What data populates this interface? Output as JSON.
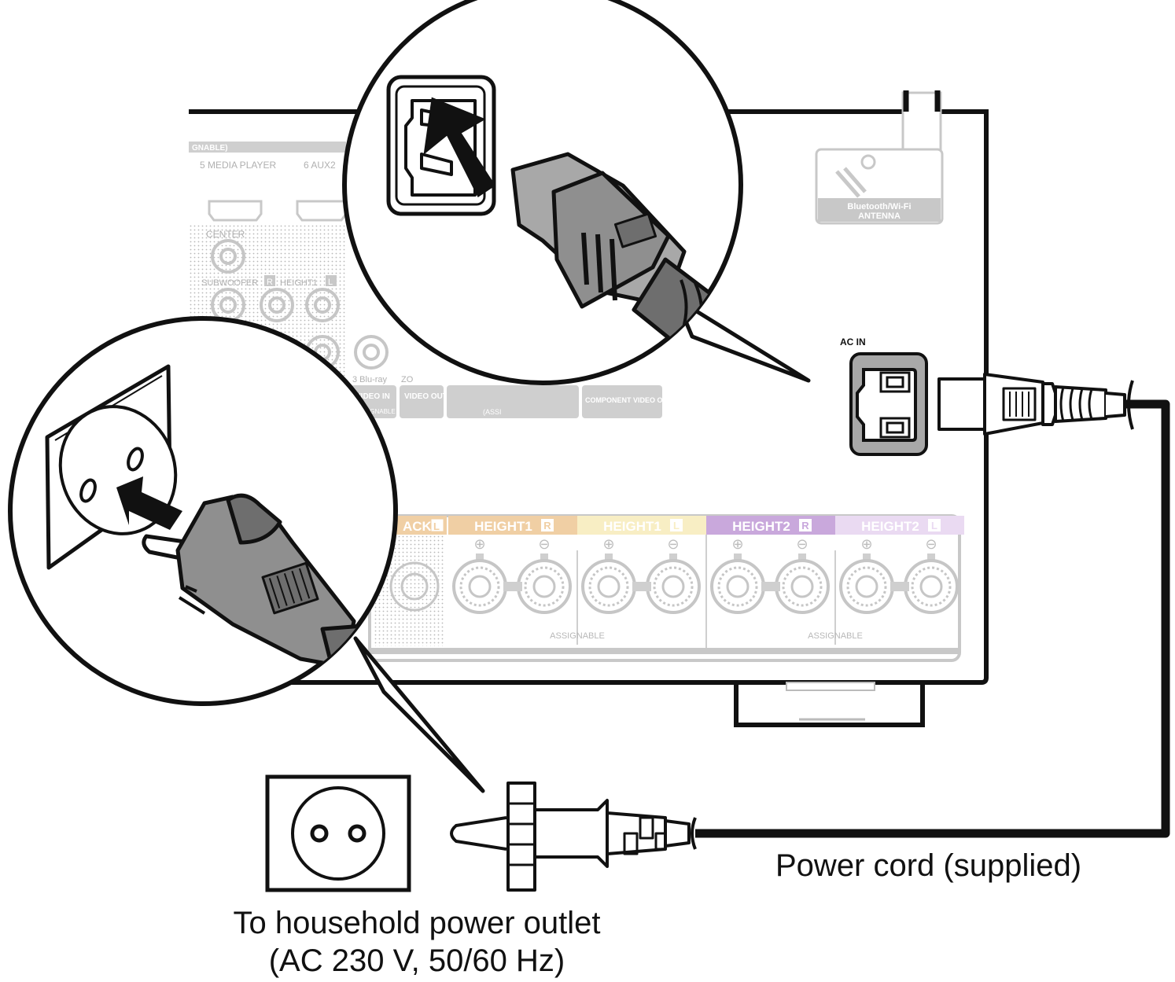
{
  "panel": {
    "header_fragment": "GNABLE)",
    "hdmi_labels": [
      "5 MEDIA PLAYER",
      "6 AUX2"
    ],
    "preout_labels": [
      "CENTER",
      "SUBWOOFER",
      "HEIGHT1"
    ],
    "preout_letters": [
      "R",
      "L"
    ],
    "video_in_source": "3 Blu-ray",
    "zone_fragment": "ZO",
    "video_in": "VIDEO IN",
    "assignable_small": "ASSIGNABLE",
    "video_out": "VIDEO OUT",
    "assign_fragment": "(ASSI",
    "component_out": "COMPONENT VIDEO OUT",
    "antenna_label": [
      "Bluetooth/Wi-Fi",
      "ANTENNA"
    ],
    "ac_in": "AC IN"
  },
  "speaker_terminals": {
    "back_fragment": "ACK",
    "back_letter": "L",
    "groups": [
      {
        "name": "HEIGHT1",
        "side": "R",
        "color": "#f0cfa4"
      },
      {
        "name": "HEIGHT1",
        "side": "L",
        "color": "#f8eec4"
      },
      {
        "name": "HEIGHT2",
        "side": "R",
        "color": "#c9a8dc"
      },
      {
        "name": "HEIGHT2",
        "side": "L",
        "color": "#eadaf2"
      }
    ],
    "polarity": [
      "⊕",
      "⊖"
    ],
    "assignable": "ASSIGNABLE"
  },
  "captions": {
    "outlet_line1": "To household power outlet",
    "outlet_line2": "(AC 230 V, 50/60 Hz)",
    "cord": "Power cord (supplied)"
  }
}
